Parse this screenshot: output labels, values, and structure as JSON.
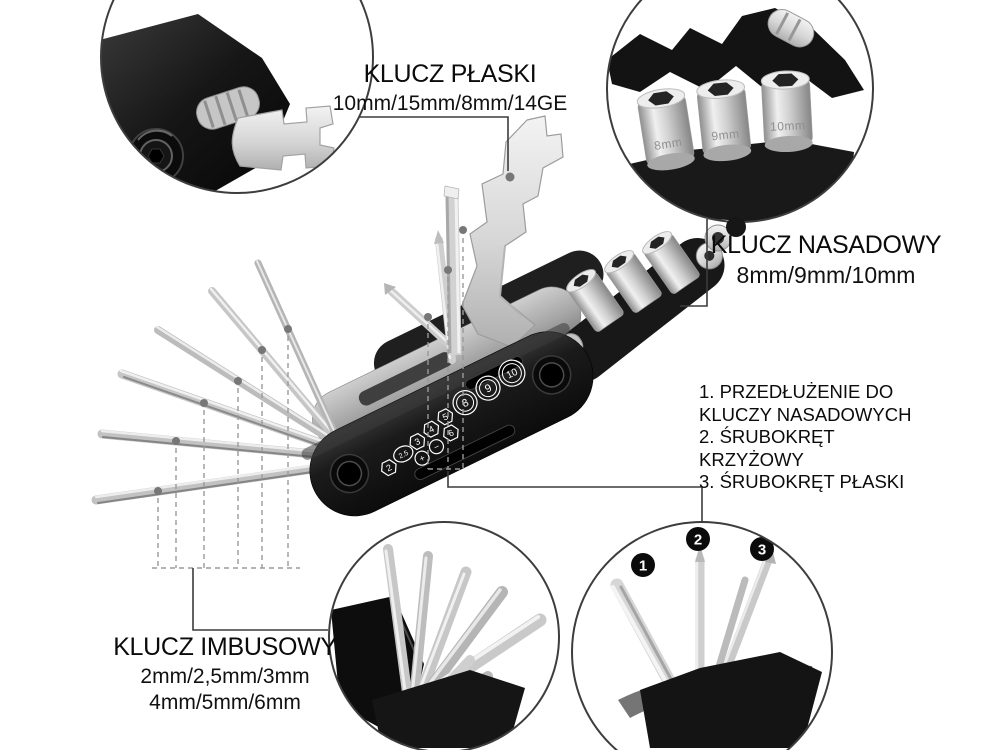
{
  "callouts": {
    "flat_wrench": {
      "title": "KLUCZ PŁASKI",
      "sizes": "10mm/15mm/8mm/14GE"
    },
    "socket_wrench": {
      "title": "KLUCZ NASADOWY",
      "sizes": "8mm/9mm/10mm"
    },
    "extras_list": {
      "lines": [
        "1. PRZEDŁUŻENIE DO",
        "KLUCZY NASADOWYCH",
        "2. ŚRUBOKRĘT KRZYŻOWY",
        "3. ŚRUBOKRĘT PŁASKI"
      ]
    },
    "hex_wrench": {
      "title": "KLUCZ IMBUSOWY",
      "sizes_line1": "2mm/2,5mm/3mm",
      "sizes_line2": "4mm/5mm/6mm"
    }
  },
  "tool": {
    "markers": [
      "2",
      "2.5",
      "3",
      "+",
      "4",
      "−",
      "5",
      "6",
      "8",
      "9",
      "10"
    ]
  },
  "insets": {
    "sockets": {
      "labels": [
        "8mm",
        "9mm",
        "10mm"
      ]
    },
    "bits": {
      "badges": [
        "1",
        "2",
        "3"
      ]
    }
  },
  "colors": {
    "background": "#ffffff",
    "text": "#0d0d0d",
    "leader_line": "#3c3c3c",
    "dashed_line": "#9a9a9a",
    "circle_stroke": "#3d3d3d",
    "tool_dark": "#141414",
    "chrome": "#cccccc"
  }
}
